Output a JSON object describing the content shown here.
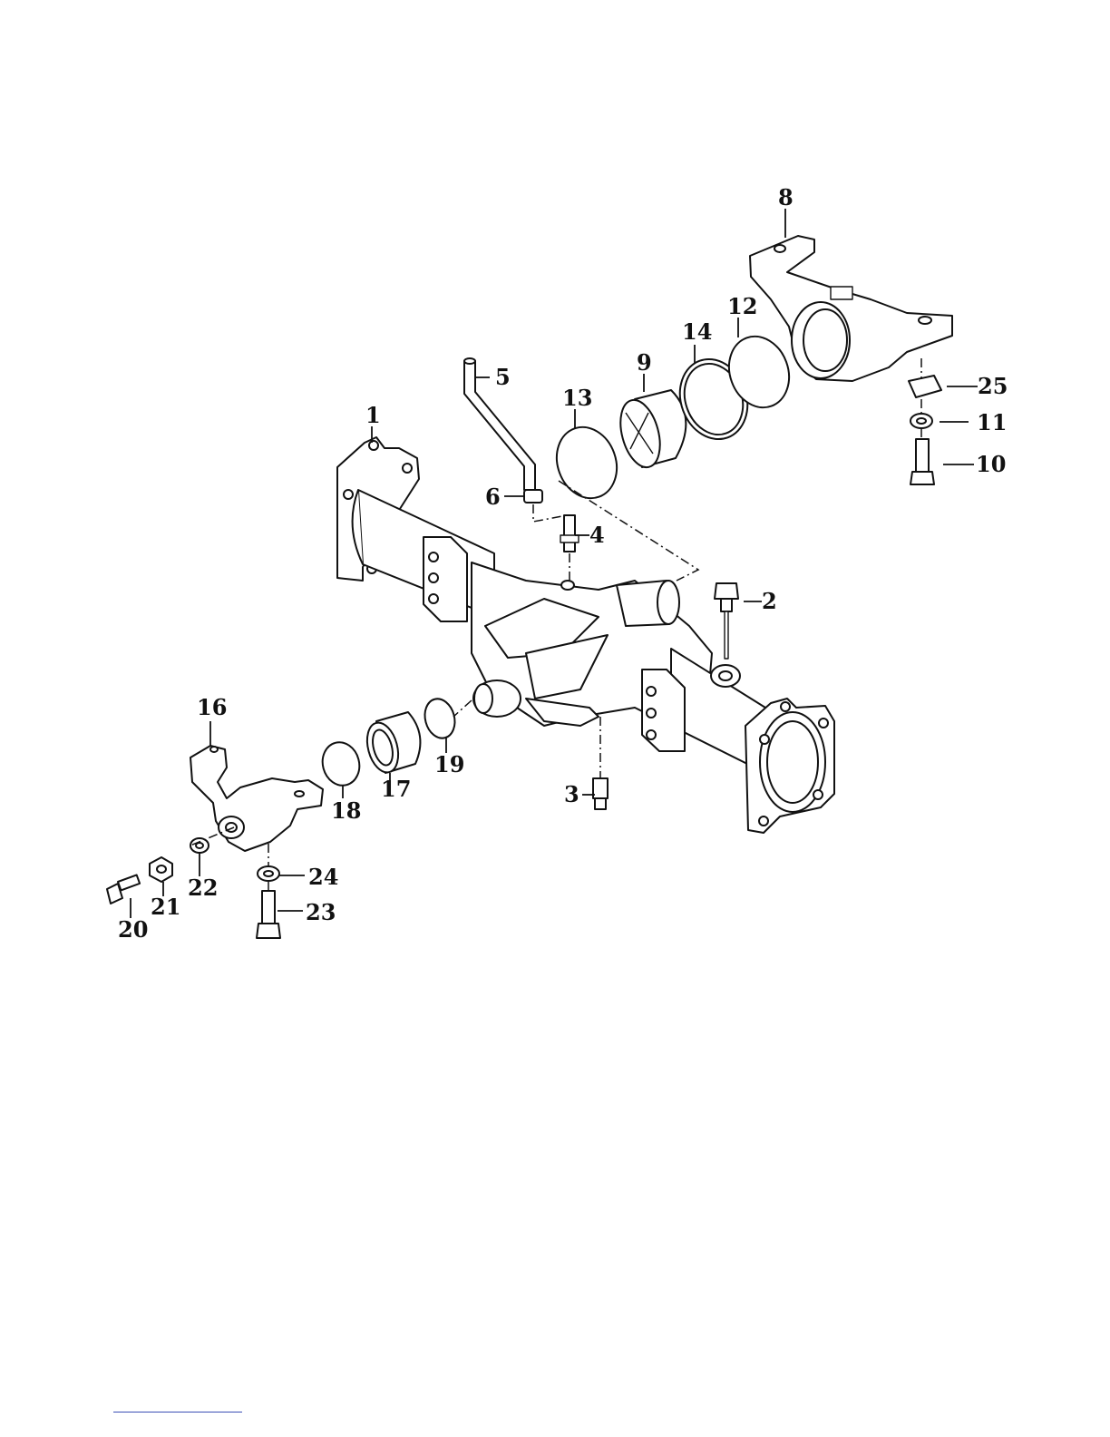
{
  "figure": {
    "callouts": [
      "1",
      "2",
      "3",
      "4",
      "5",
      "6",
      "8",
      "9",
      "10",
      "11",
      "12",
      "13",
      "14",
      "16",
      "17",
      "18",
      "19",
      "20",
      "21",
      "22",
      "23",
      "24",
      "25"
    ]
  },
  "colors": {
    "line": "#111111",
    "background": "#ffffff",
    "footer_rule": "#3b4fb5"
  }
}
